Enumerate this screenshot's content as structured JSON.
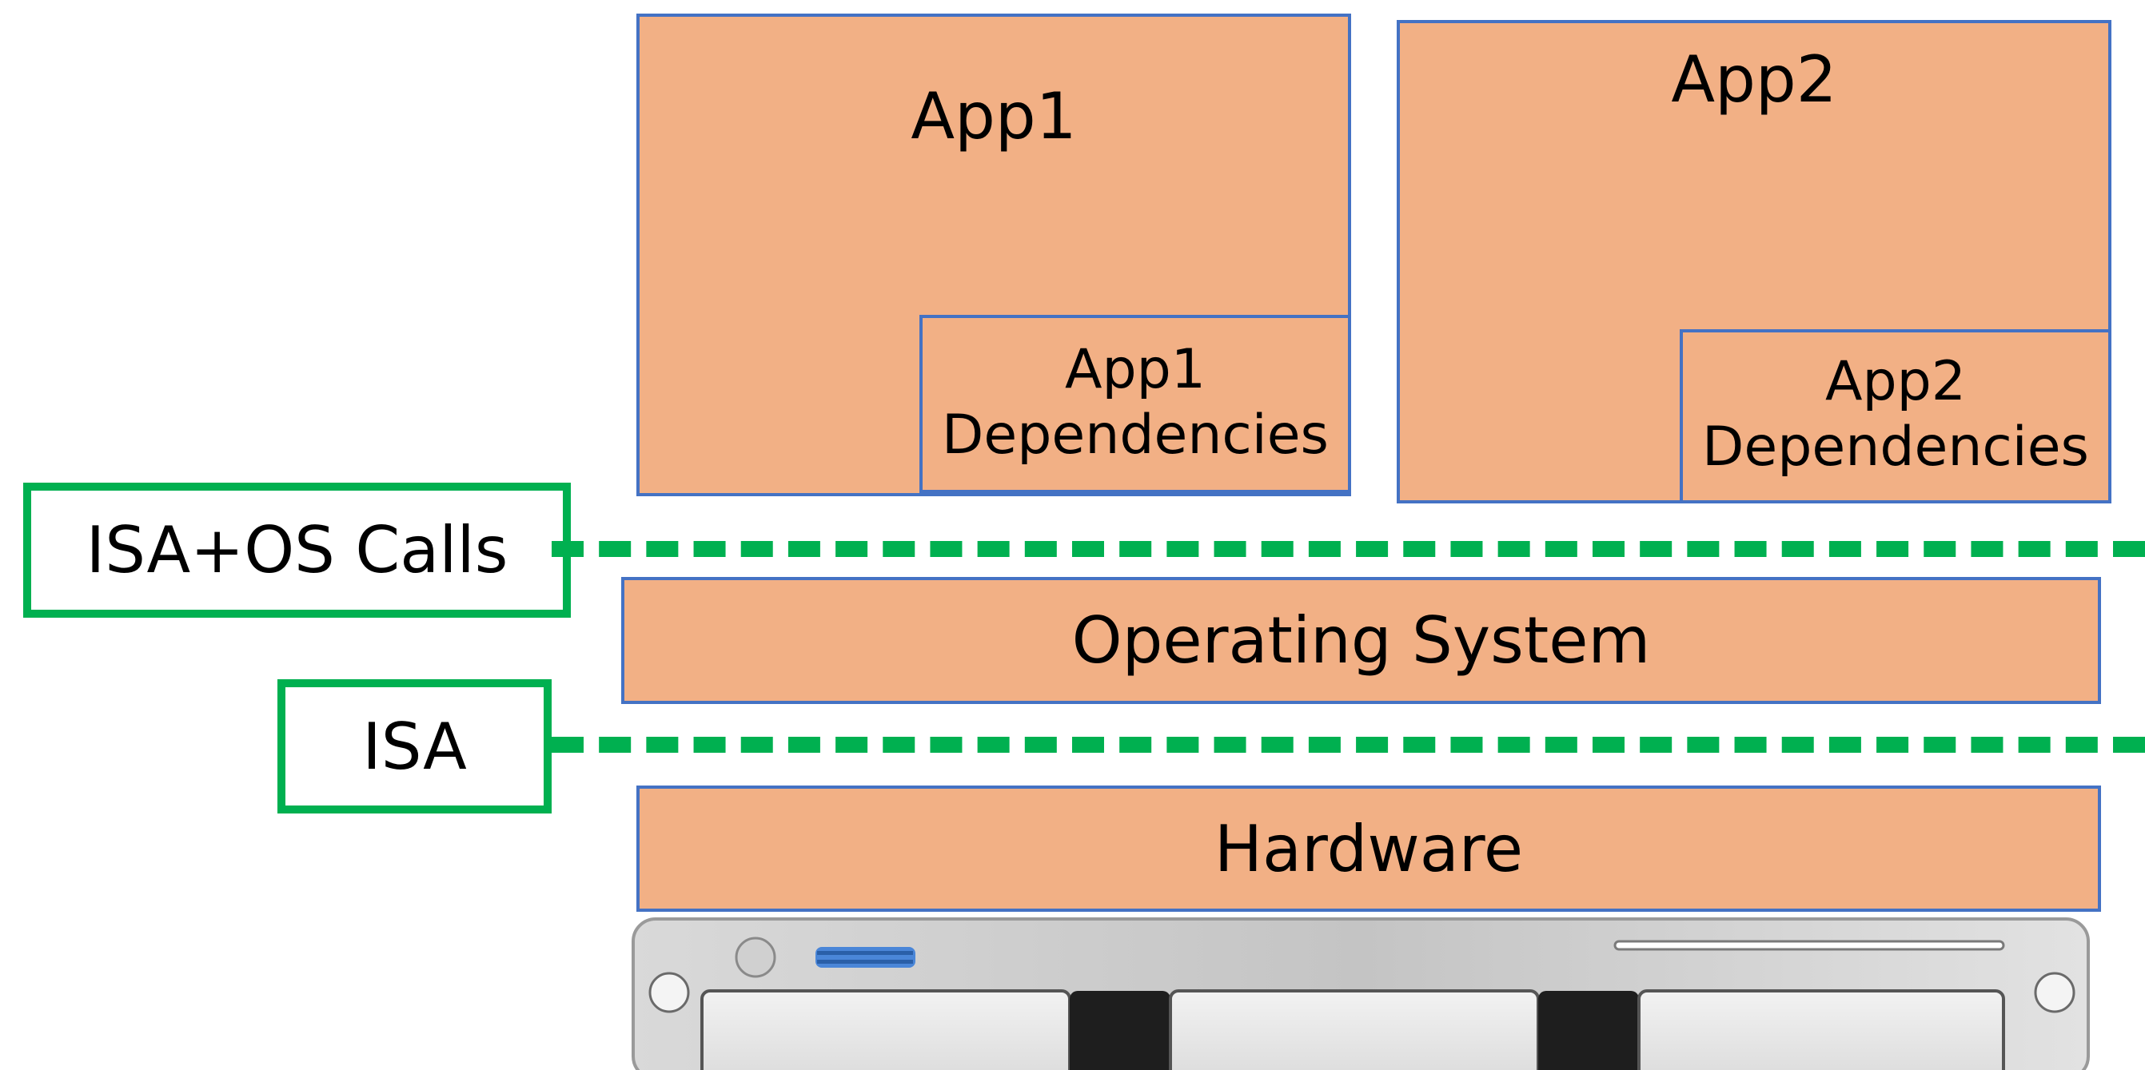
{
  "diagram": {
    "app1": {
      "title": "App1",
      "deps_line1": "App1",
      "deps_line2": "Dependencies"
    },
    "app2": {
      "title": "App2",
      "deps_line1": "App2",
      "deps_line2": "Dependencies"
    },
    "operating_system": "Operating System",
    "hardware": "Hardware",
    "interfaces": {
      "isa_os_calls": "ISA+OS Calls",
      "isa": "ISA"
    },
    "colors": {
      "layer_fill": "#f2b085",
      "layer_border": "#4472c4",
      "interface": "#00b050"
    },
    "server_icon": "rack-server-icon"
  }
}
